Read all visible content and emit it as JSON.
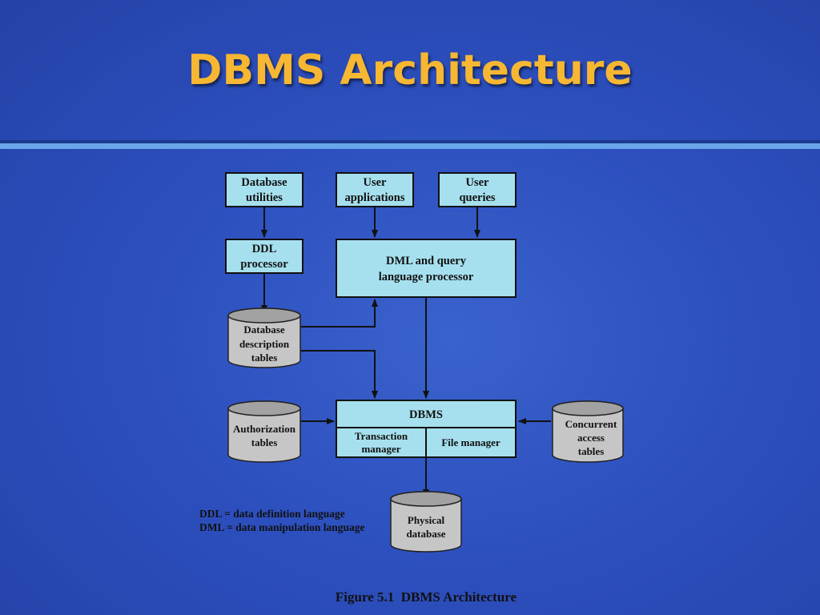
{
  "slide": {
    "title": "DBMS Architecture"
  },
  "diagram": {
    "boxes": {
      "database_utilities": [
        "Database",
        "utilities"
      ],
      "user_applications": [
        "User",
        "applications"
      ],
      "user_queries": [
        "User",
        "queries"
      ],
      "ddl_processor": [
        "DDL",
        "processor"
      ],
      "dml_processor": [
        "DML and query",
        "language processor"
      ],
      "dbms": "DBMS",
      "transaction_manager": [
        "Transaction",
        "manager"
      ],
      "file_manager": "File manager"
    },
    "cylinders": {
      "database_description_tables": [
        "Database",
        "description",
        "tables"
      ],
      "authorization_tables": [
        "Authorization",
        "tables"
      ],
      "concurrent_access_tables": [
        "Concurrent",
        "access",
        "tables"
      ],
      "physical_database": [
        "Physical",
        "database"
      ]
    },
    "legend": [
      "DDL = data definition language",
      "DML = data manipulation language"
    ],
    "caption": "Figure 5.1  DBMS Architecture",
    "colors": {
      "box_fill": "#a6e0ee",
      "cylinder_fill": "#c6c6c6",
      "title": "#f7b733",
      "background": "#2d50bf"
    }
  }
}
